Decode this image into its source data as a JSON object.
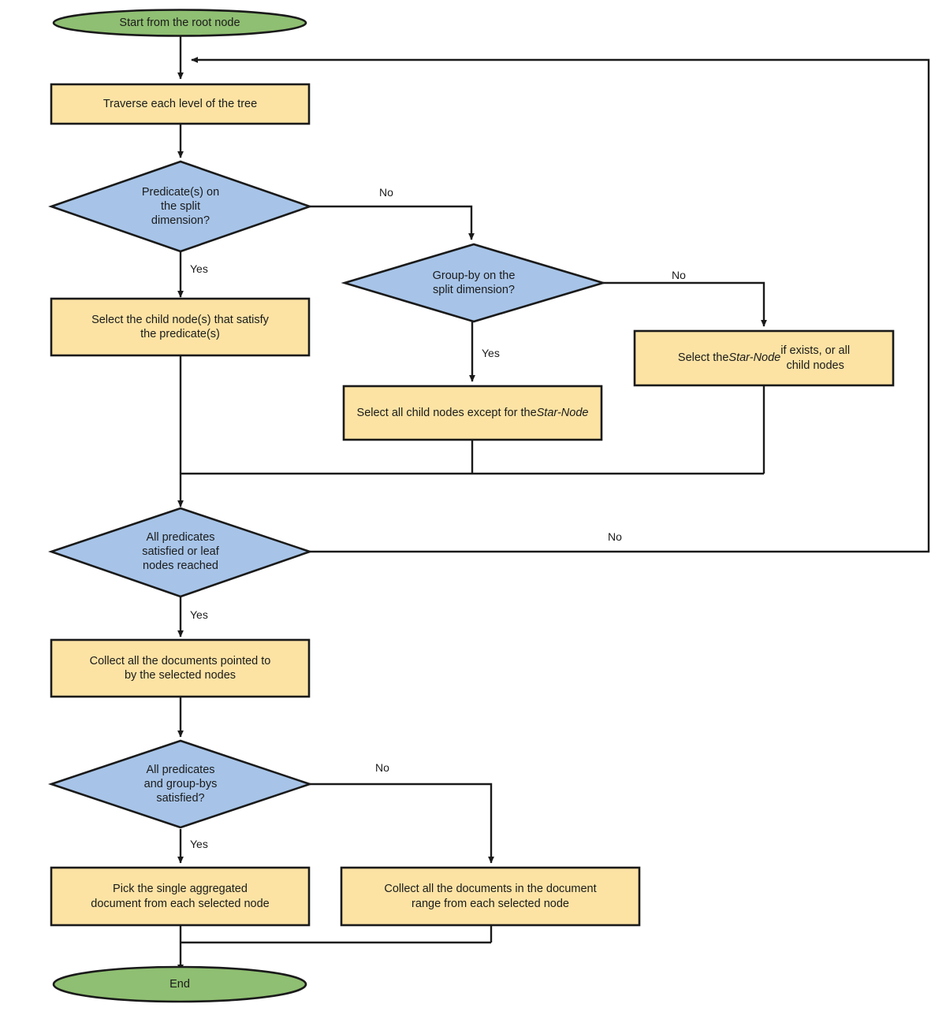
{
  "diagram": {
    "title": "Star-Tree query traversal flowchart",
    "colors": {
      "terminal_fill": "#8fbf72",
      "process_fill": "#fce3a4",
      "decision_fill": "#a7c4e8",
      "stroke": "#1a1a1a",
      "text": "#1b1b1b",
      "background": "#ffffff"
    },
    "nodes": [
      {
        "id": "start",
        "type": "terminal",
        "shape": "ellipse",
        "label": "Start from the root node"
      },
      {
        "id": "traverse",
        "type": "process",
        "shape": "rectangle",
        "label": "Traverse each level of the tree"
      },
      {
        "id": "predicate-split",
        "type": "decision",
        "shape": "diamond",
        "label": "Predicate(s) on\nthe split\ndimension?"
      },
      {
        "id": "select-child-predicate",
        "type": "process",
        "shape": "rectangle",
        "label": "Select the child node(s) that satisfy\nthe predicate(s)"
      },
      {
        "id": "groupby-split",
        "type": "decision",
        "shape": "diamond",
        "label": "Group-by on the\nsplit dimension?"
      },
      {
        "id": "select-except-star",
        "type": "process",
        "shape": "rectangle",
        "label_pre": "Select all child nodes except for the\n",
        "label_italic": "Star-Node",
        "label_post": "",
        "label": "Select all child nodes except for the Star-Node"
      },
      {
        "id": "select-star-or-all",
        "type": "process",
        "shape": "rectangle",
        "label_pre": "Select the ",
        "label_italic": "Star-Node",
        "label_post": " if exists, or all\nchild nodes",
        "label": "Select the Star-Node if exists, or all child nodes"
      },
      {
        "id": "all-predicates-or-leaf",
        "type": "decision",
        "shape": "diamond",
        "label": "All predicates\nsatisfied or leaf\nnodes reached"
      },
      {
        "id": "collect-documents",
        "type": "process",
        "shape": "rectangle",
        "label": "Collect all the documents pointed to\nby the selected nodes"
      },
      {
        "id": "all-predicates-groupbys",
        "type": "decision",
        "shape": "diamond",
        "label": "All predicates\nand group-bys\nsatisfied?"
      },
      {
        "id": "pick-aggregated",
        "type": "process",
        "shape": "rectangle",
        "label": "Pick the single aggregated\ndocument from each selected node"
      },
      {
        "id": "collect-range",
        "type": "process",
        "shape": "rectangle",
        "label": "Collect all the documents in the document\nrange from each selected node"
      },
      {
        "id": "end",
        "type": "terminal",
        "shape": "ellipse",
        "label": "End"
      }
    ],
    "edges": [
      {
        "id": "e-start-traverse",
        "from": "start",
        "to": "traverse",
        "label": ""
      },
      {
        "id": "e-traverse-predicate",
        "from": "traverse",
        "to": "predicate-split",
        "label": ""
      },
      {
        "id": "e-predicate-yes",
        "from": "predicate-split",
        "to": "select-child-predicate",
        "label": "Yes"
      },
      {
        "id": "e-predicate-no",
        "from": "predicate-split",
        "to": "groupby-split",
        "label": "No"
      },
      {
        "id": "e-groupby-yes",
        "from": "groupby-split",
        "to": "select-except-star",
        "label": "Yes"
      },
      {
        "id": "e-groupby-no",
        "from": "groupby-split",
        "to": "select-star-or-all",
        "label": "No"
      },
      {
        "id": "e-merge-to-allpred",
        "from": "select-child-predicate",
        "to": "all-predicates-or-leaf",
        "label": ""
      },
      {
        "id": "e-allpred-yes",
        "from": "all-predicates-or-leaf",
        "to": "collect-documents",
        "label": "Yes"
      },
      {
        "id": "e-allpred-no",
        "from": "all-predicates-or-leaf",
        "to": "traverse",
        "label": "No"
      },
      {
        "id": "e-collect-allpg",
        "from": "collect-documents",
        "to": "all-predicates-groupbys",
        "label": ""
      },
      {
        "id": "e-allpg-yes",
        "from": "all-predicates-groupbys",
        "to": "pick-aggregated",
        "label": "Yes"
      },
      {
        "id": "e-allpg-no",
        "from": "all-predicates-groupbys",
        "to": "collect-range",
        "label": "No"
      },
      {
        "id": "e-merge-end",
        "from": "pick-aggregated",
        "to": "end",
        "label": ""
      }
    ],
    "edge_labels": {
      "predicate_no": "No",
      "predicate_yes": "Yes",
      "groupby_no": "No",
      "groupby_yes": "Yes",
      "allpred_no": "No",
      "allpred_yes": "Yes",
      "allpg_no": "No",
      "allpg_yes": "Yes"
    }
  }
}
